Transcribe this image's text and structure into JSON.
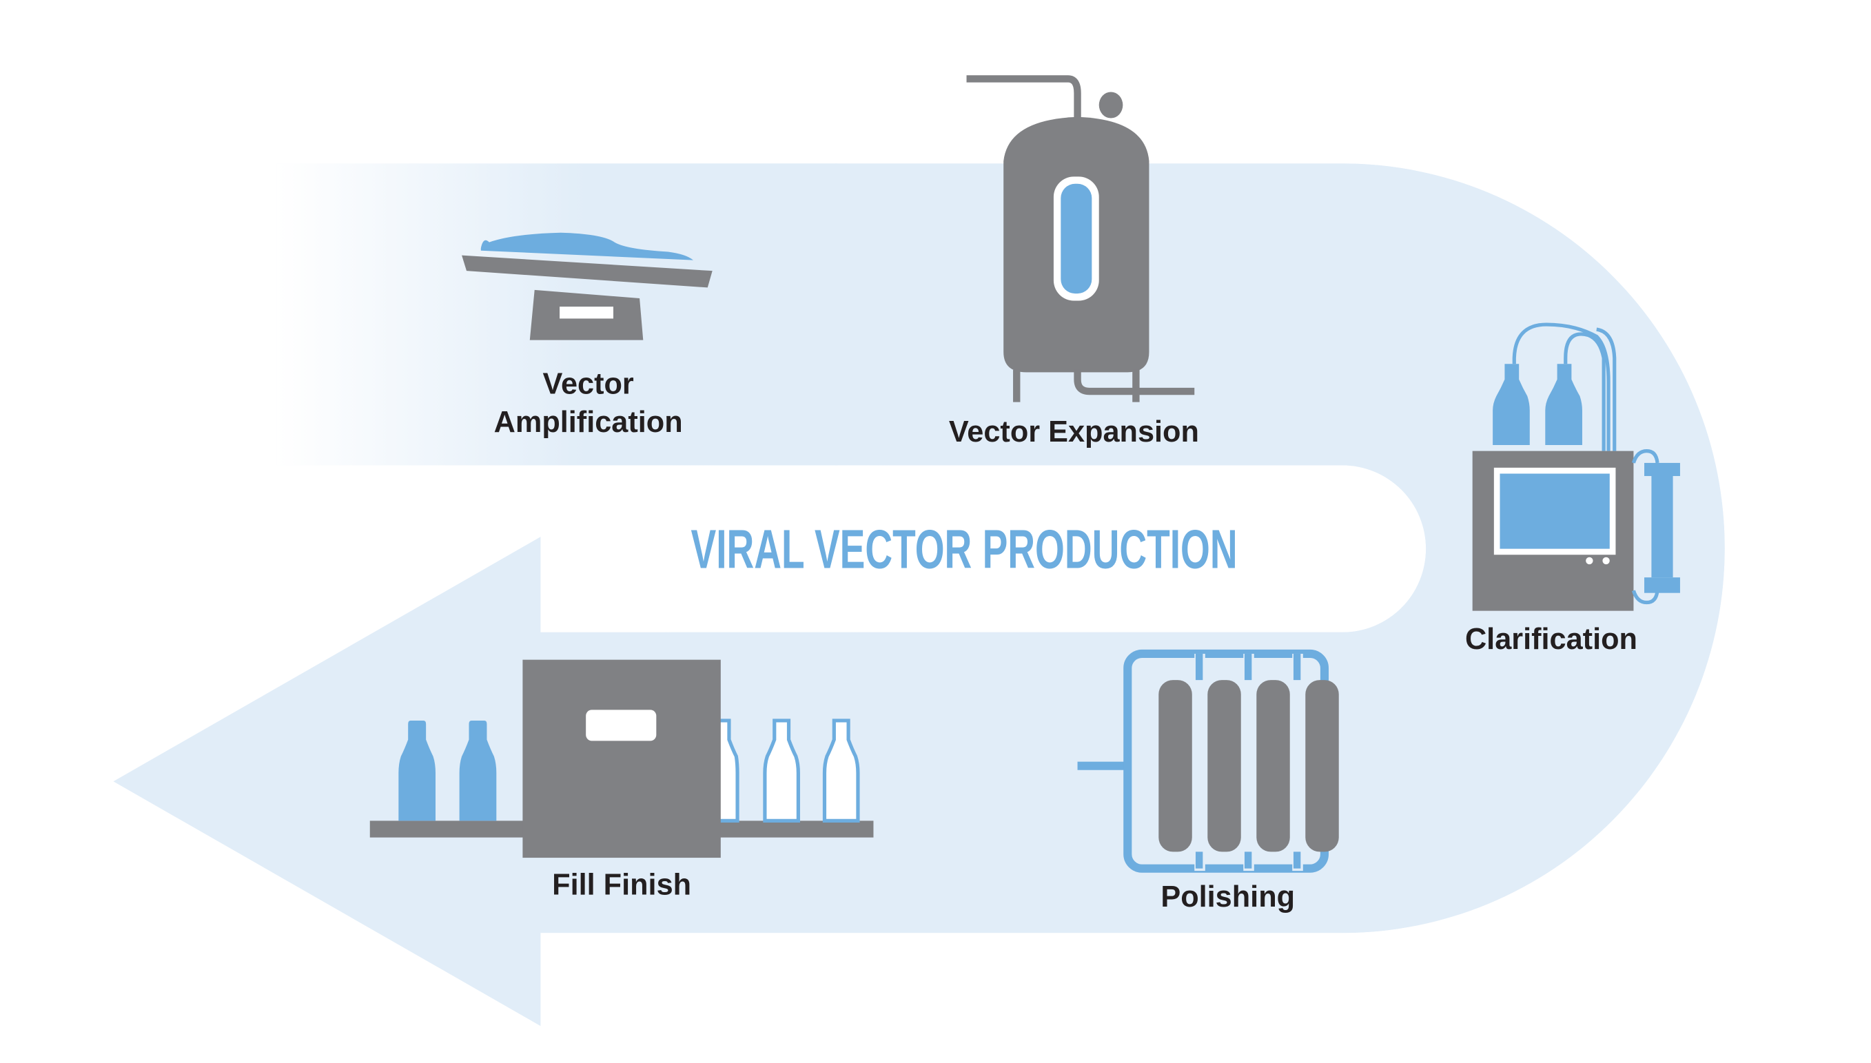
{
  "title": "VIRAL VECTOR PRODUCTION",
  "colors": {
    "band": "#e1edf8",
    "band_fade": "#ffffff",
    "accent_blue": "#6daddf",
    "equipment_gray": "#808184",
    "label_text": "#231f20",
    "background": "#ffffff"
  },
  "steps": [
    {
      "id": "amplification",
      "order": 1,
      "label_line1": "Vector",
      "label_line2": "Amplification",
      "icon": "shaker-platform-icon"
    },
    {
      "id": "expansion",
      "order": 2,
      "label": "Vector Expansion",
      "icon": "bioreactor-tank-icon"
    },
    {
      "id": "clarification",
      "order": 3,
      "label": "Clarification",
      "icon": "filtration-system-icon"
    },
    {
      "id": "polishing",
      "order": 4,
      "label": "Polishing",
      "icon": "chromatography-columns-icon"
    },
    {
      "id": "fill_finish",
      "order": 5,
      "label": "Fill Finish",
      "icon": "bottle-filling-line-icon"
    }
  ],
  "flow": {
    "direction": "clockwise-u-turn-ending-left",
    "arrow_icon": "flow-arrow-icon"
  }
}
